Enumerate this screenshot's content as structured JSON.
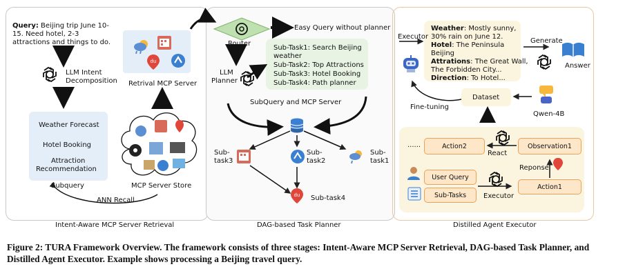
{
  "stage1": {
    "query_label": "Query:",
    "query_line1": " Beijing trip June 10-",
    "query_line2": "15. Need hotel, 2-3",
    "query_line3": "attractions and things to do.",
    "intent_line1": "LLM Intent",
    "intent_line2": "Decomposition",
    "retrieval_server": "Retrival MCP Server",
    "subqueries": [
      "Weather Forecast",
      "Hotel Booking",
      "Attraction",
      "Recommendation"
    ],
    "subquery_label": "Subquery",
    "store_label": "MCP Server Store",
    "ann_recall": "ANN Recall",
    "title": "Intent-Aware MCP Server Retrieval"
  },
  "stage2": {
    "router": "Router",
    "easy_query": "Easy Query without planner",
    "planner_line1": "LLM",
    "planner_line2": "Planner",
    "subtasks": [
      "Sub-Task1: Search Beijing",
      "weather",
      "Sub-Task2: Top Attractions",
      "Sub-Task3: Hotel Booking",
      "Sub-Task4: Path  planner"
    ],
    "subquery_mcp": "SubQuery and MCP Server",
    "node1_a": "Sub-",
    "node1_b": "task3",
    "node2_a": "Sub-",
    "node2_b": "task2",
    "node3_a": "Sub-",
    "node3_b": "task1",
    "node4": "Sub-task4",
    "title": "DAG-based Task Planner"
  },
  "stage3": {
    "executor": "Executor",
    "answer_lines": [
      {
        "label": "Weather",
        "text": ": Mostly sunny,"
      },
      {
        "label": "",
        "text": "30% rain on June 12."
      },
      {
        "label": "Hotel",
        "text": ": The Peninsula"
      },
      {
        "label": "",
        "text": "Beijing"
      },
      {
        "label": "Attrations",
        "text": ": The Great Wall,"
      },
      {
        "label": "",
        "text": "The Forbidden City..."
      },
      {
        "label": "Direction",
        "text": ": To Hotel..."
      }
    ],
    "generate": "Generate",
    "answer": "Answer",
    "dataset": "Dataset",
    "finetuning": "Fine-tuning",
    "qwen": "Qwen-4B",
    "dots": "......",
    "action2": "Action2",
    "react": "React",
    "observation1": "Observation1",
    "reponse": "Reponse",
    "user_query": "User Query",
    "sub_tasks": "Sub-Tasks",
    "executor_small": "Executor",
    "action1": "Action1",
    "title": "Distilled Agent Executor"
  },
  "caption": "Figure 2: TURA Framework Overview. The framework consists of three stages: Intent-Aware MCP Server Retrieval, DAG-based Task Planner, and Distilled Agent Executor. Example shows processing a Beijing travel query.",
  "colors": {
    "panel_border": "#c8c8c8",
    "panel3_border": "#e9c9a4",
    "light_blue": "#e4eef9",
    "light_green": "#e8f3e4",
    "light_yellow": "#fbf5e0",
    "orange_box": "#fde7c8",
    "orange_border": "#e7a35a"
  }
}
